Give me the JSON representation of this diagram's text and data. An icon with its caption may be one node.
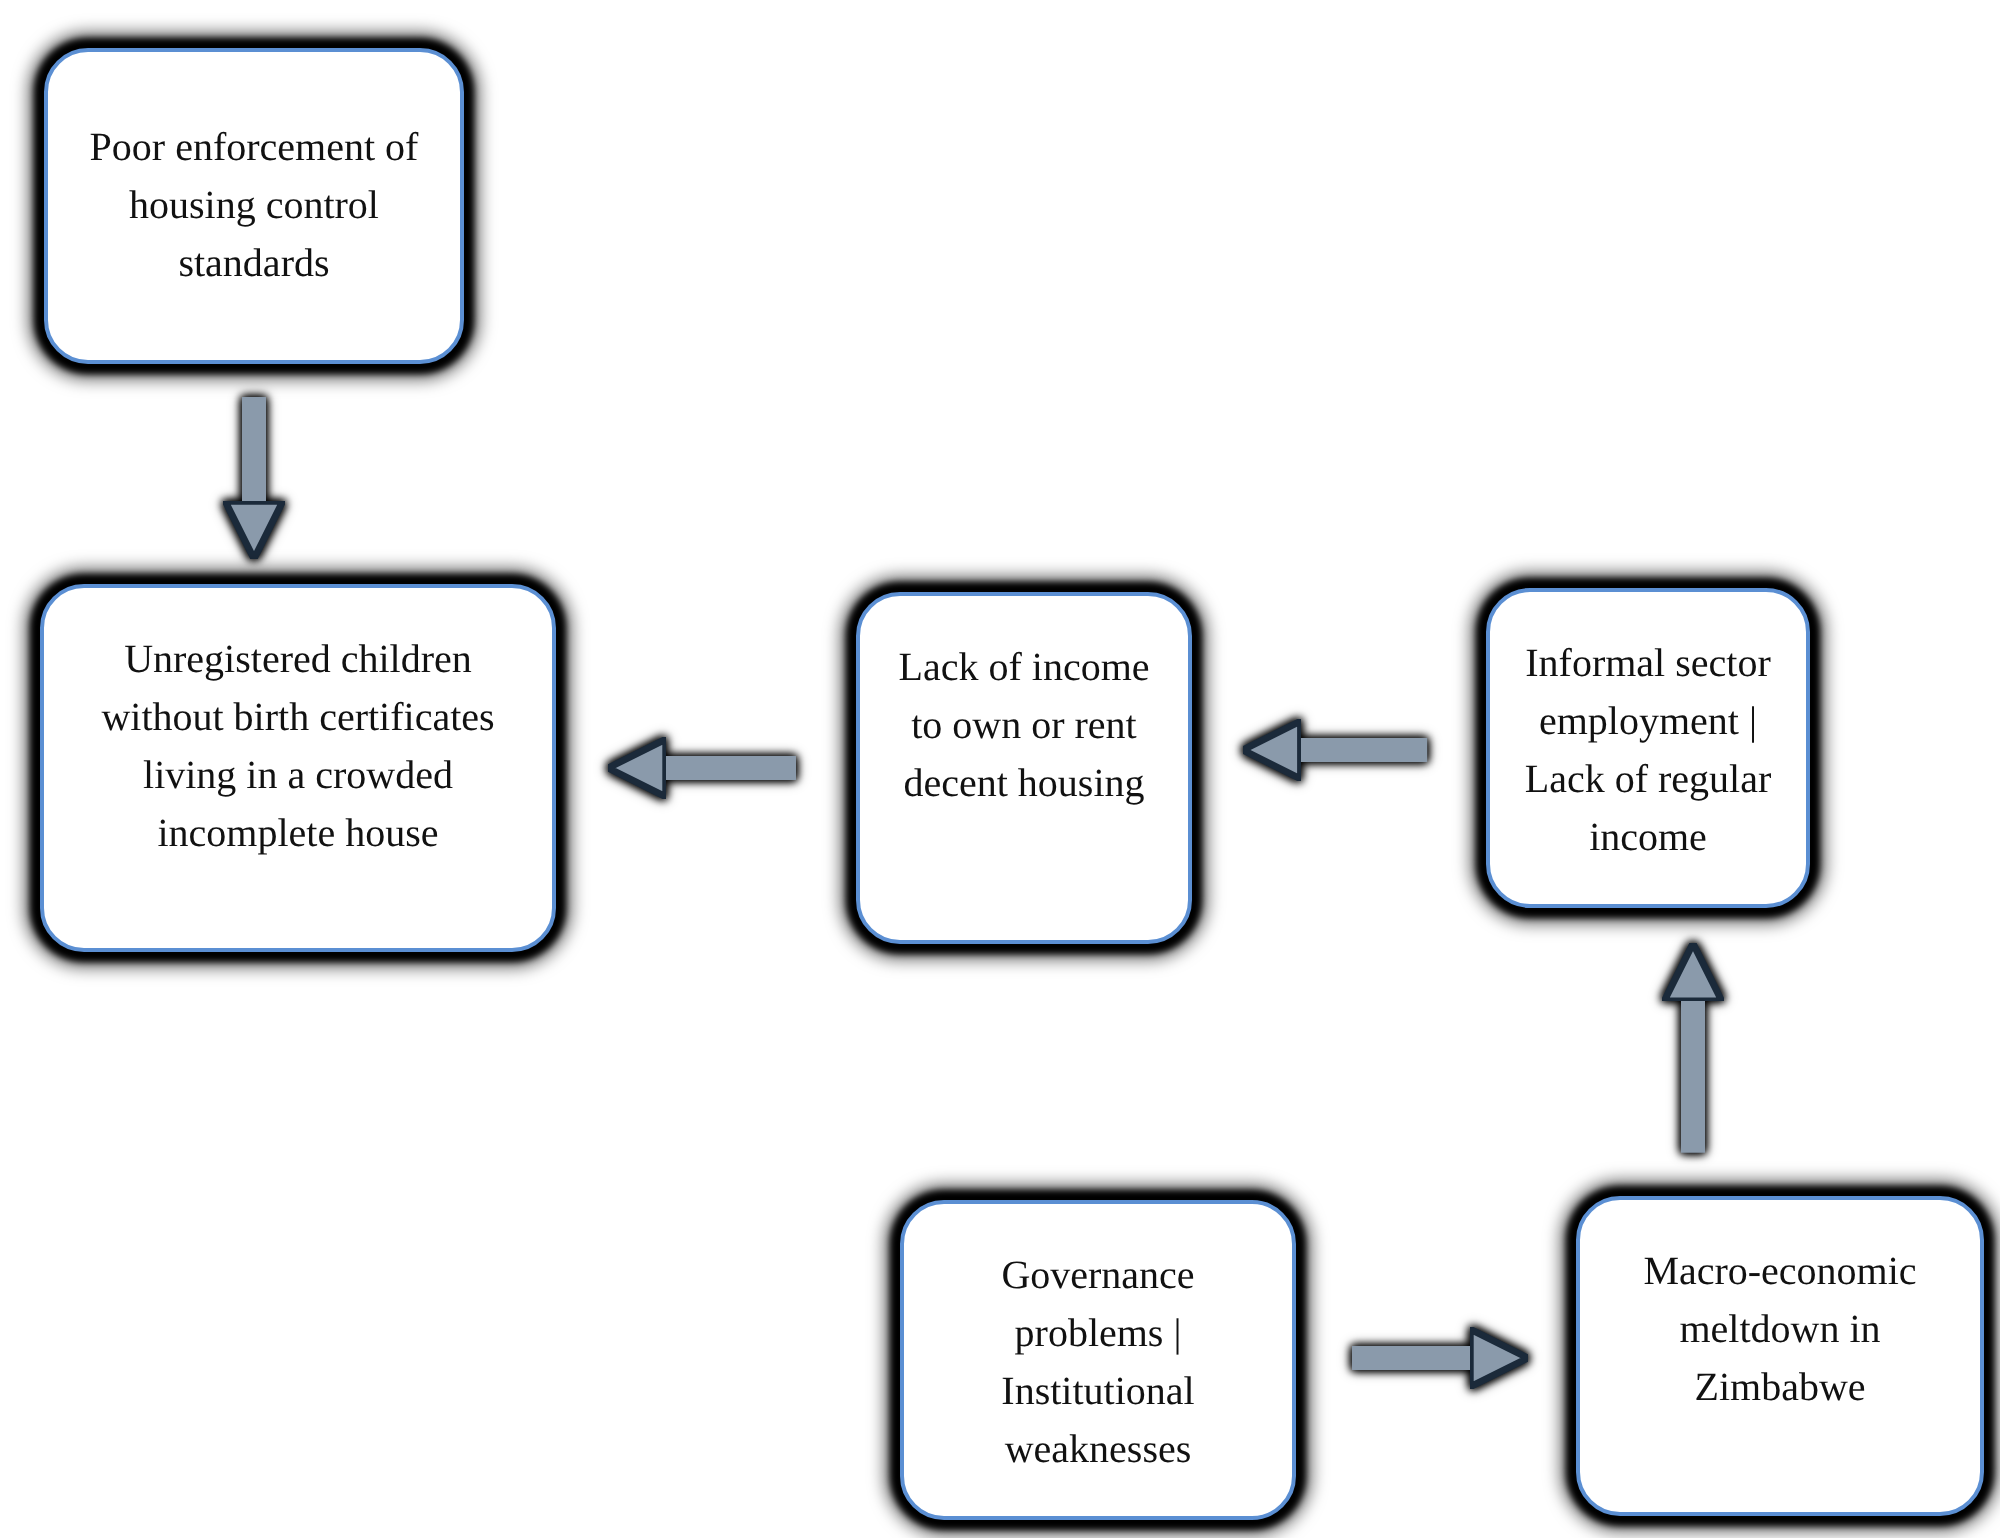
{
  "diagram": {
    "nodes": [
      {
        "text": [
          "Poor enforcement of housing control standards"
        ]
      },
      {
        "text": [
          "Unregistered children without birth certificates living in a crowded incomplete house"
        ]
      },
      {
        "text": [
          "Lack of income to own or rent decent housing"
        ]
      },
      {
        "text": [
          "Informal sector employment | Lack of regular income"
        ]
      },
      {
        "text": [
          "Governance problems | Institutional weaknesses"
        ]
      },
      {
        "text": [
          "Macro-economic meltdown in Zimbabwe"
        ]
      }
    ],
    "edges": [
      {
        "from": 0,
        "to": 1,
        "arrow": "to"
      },
      {
        "from": 2,
        "to": 1,
        "arrow": "to"
      },
      {
        "from": 3,
        "to": 2,
        "arrow": "to"
      },
      {
        "from": 5,
        "to": 3,
        "arrow": "to"
      },
      {
        "from": 4,
        "to": 5,
        "arrow": "to"
      }
    ]
  }
}
